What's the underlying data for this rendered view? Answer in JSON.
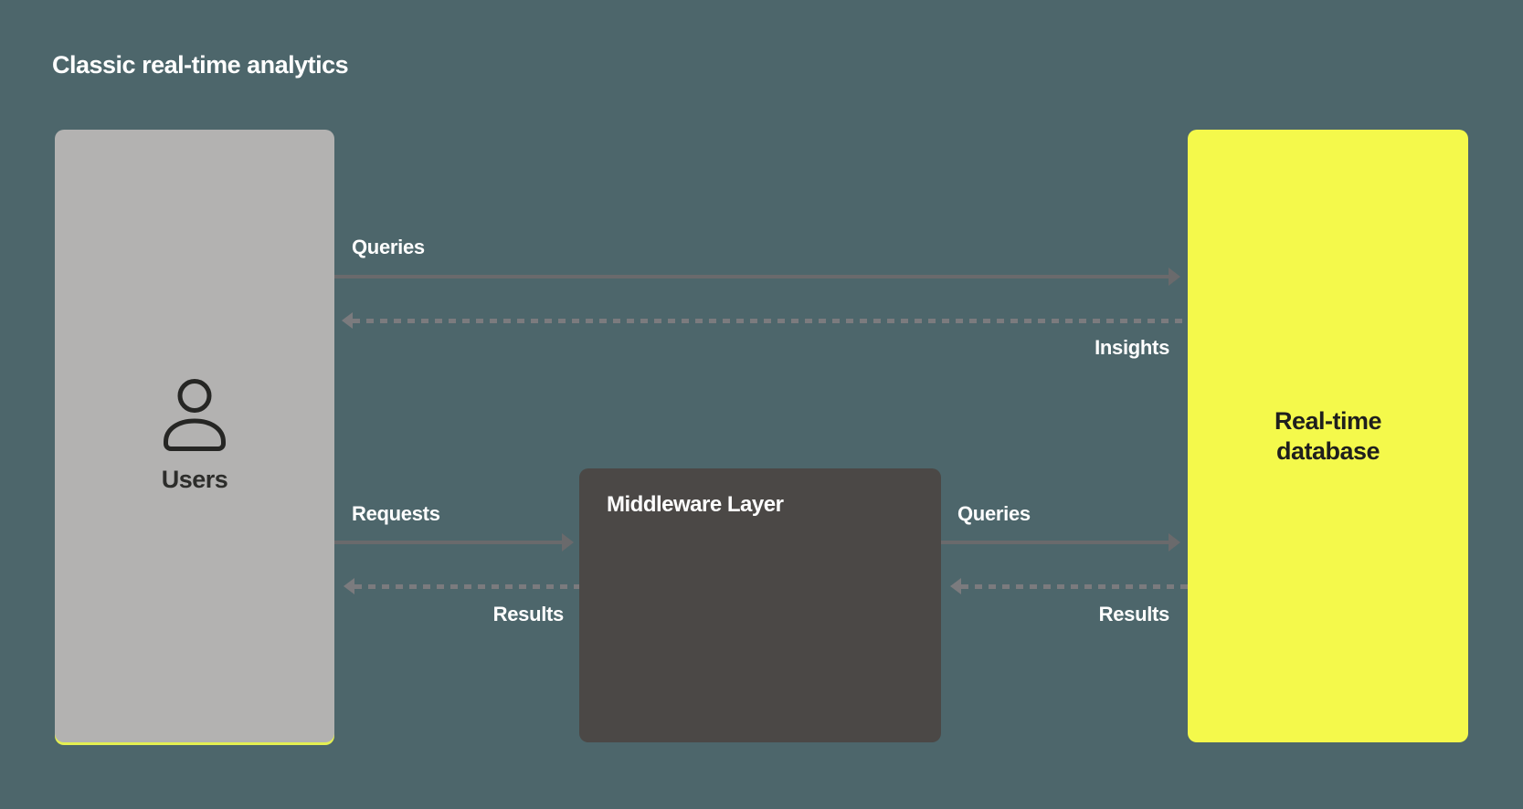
{
  "title": "Classic real-time analytics",
  "nodes": {
    "users": {
      "label": "Users",
      "icon": "user-icon"
    },
    "middleware": {
      "label": "Middleware Layer"
    },
    "database": {
      "label": "Real-time database"
    }
  },
  "edges": {
    "users_to_db": {
      "label": "Queries",
      "style": "solid",
      "direction": "right"
    },
    "db_to_users": {
      "label": "Insights",
      "style": "dashed",
      "direction": "left"
    },
    "users_to_mw": {
      "label": "Requests",
      "style": "solid",
      "direction": "right"
    },
    "mw_to_users": {
      "label": "Results",
      "style": "dashed",
      "direction": "left"
    },
    "mw_to_db": {
      "label": "Queries",
      "style": "solid",
      "direction": "right"
    },
    "db_to_mw": {
      "label": "Results",
      "style": "dashed",
      "direction": "left"
    }
  },
  "colors": {
    "background": "#4d666b",
    "node_users_bg": "#b3b2b1",
    "node_middleware_bg": "#4b4846",
    "node_database_bg": "#f4f94b",
    "users_accent_underline": "#e4ef52",
    "arrow_solid": "#6a6a6c",
    "arrow_dashed": "#7b7b7e",
    "label_text": "#ffffff",
    "users_label_text": "#2d2d2b",
    "database_label_text": "#1f1f1d",
    "icon_stroke": "#262624"
  }
}
